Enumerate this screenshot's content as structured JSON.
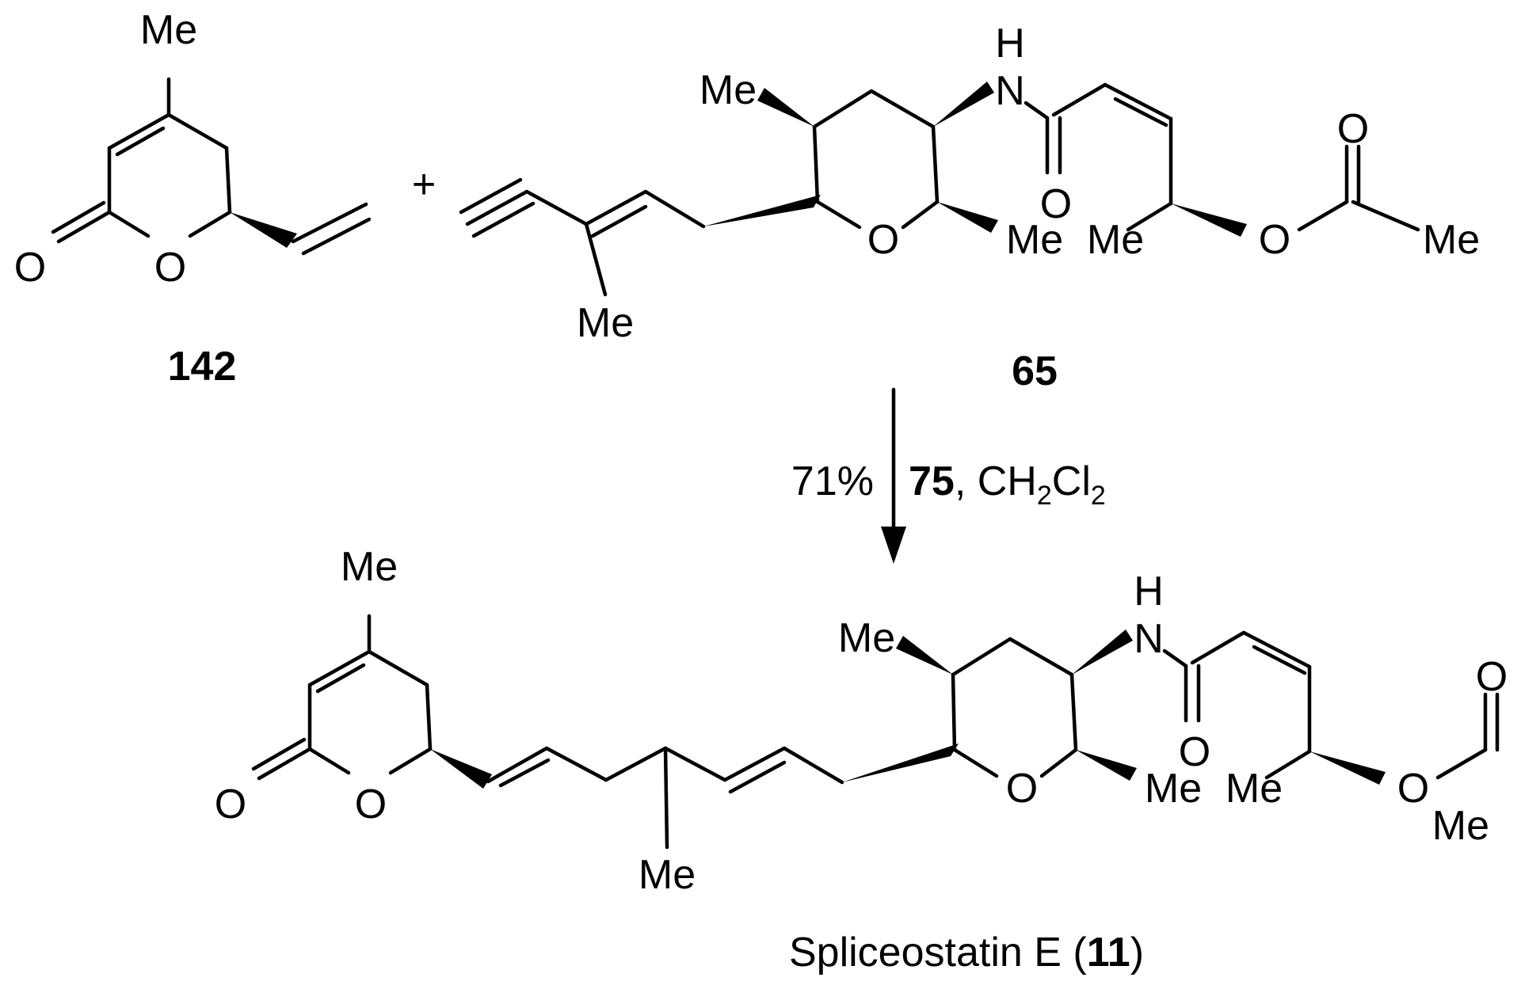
{
  "atoms": {
    "me": "Me",
    "o": "O",
    "n": "N",
    "h": "H"
  },
  "plus": "+",
  "compounds": {
    "lactone_id": "142",
    "amide_id": "65",
    "product_name_prefix": "Spliceostatin E (",
    "product_id": "11",
    "product_name_suffix": ")"
  },
  "conditions": {
    "yield": "71%",
    "catalyst": "75",
    "separator": ", ",
    "solvent_1": "CH",
    "solvent_sub_1": "2",
    "solvent_2": "Cl",
    "solvent_sub_2": "2"
  }
}
